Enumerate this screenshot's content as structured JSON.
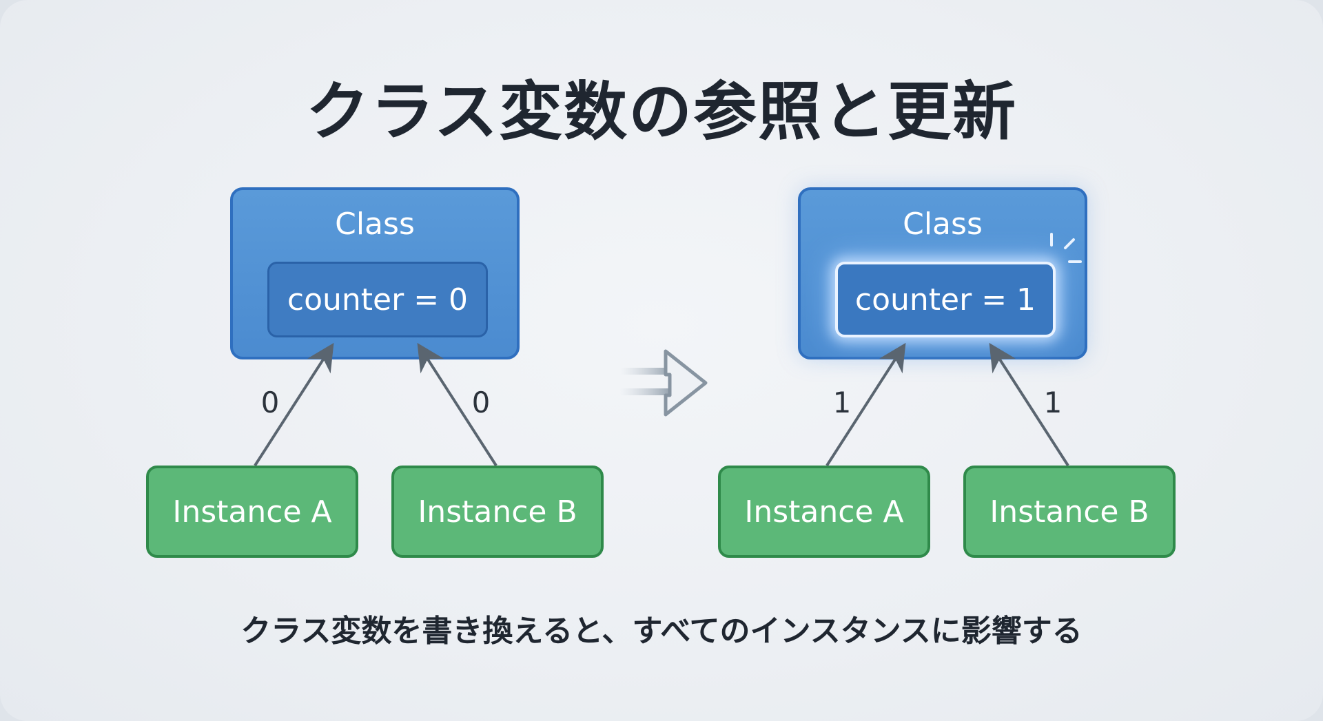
{
  "title": "クラス変数の参照と更新",
  "caption": "クラス変数を書き換えると、すべてのインスタンスに影響する",
  "before": {
    "class_label": "Class",
    "counter_label": "counter = 0",
    "instance_a": "Instance A",
    "instance_b": "Instance B",
    "edge_a": "0",
    "edge_b": "0"
  },
  "after": {
    "class_label": "Class",
    "counter_label": "counter = 1",
    "instance_a": "Instance A",
    "instance_b": "Instance B",
    "edge_a": "1",
    "edge_b": "1"
  },
  "colors": {
    "class_fill": "#4b8bd0",
    "class_border": "#2f6fbf",
    "instance_fill": "#5cb878",
    "instance_border": "#2f8a4a",
    "arrow": "#5a6570"
  },
  "icons": {
    "transition": "right-arrow-icon",
    "sparkle": "sparkle-icon"
  }
}
